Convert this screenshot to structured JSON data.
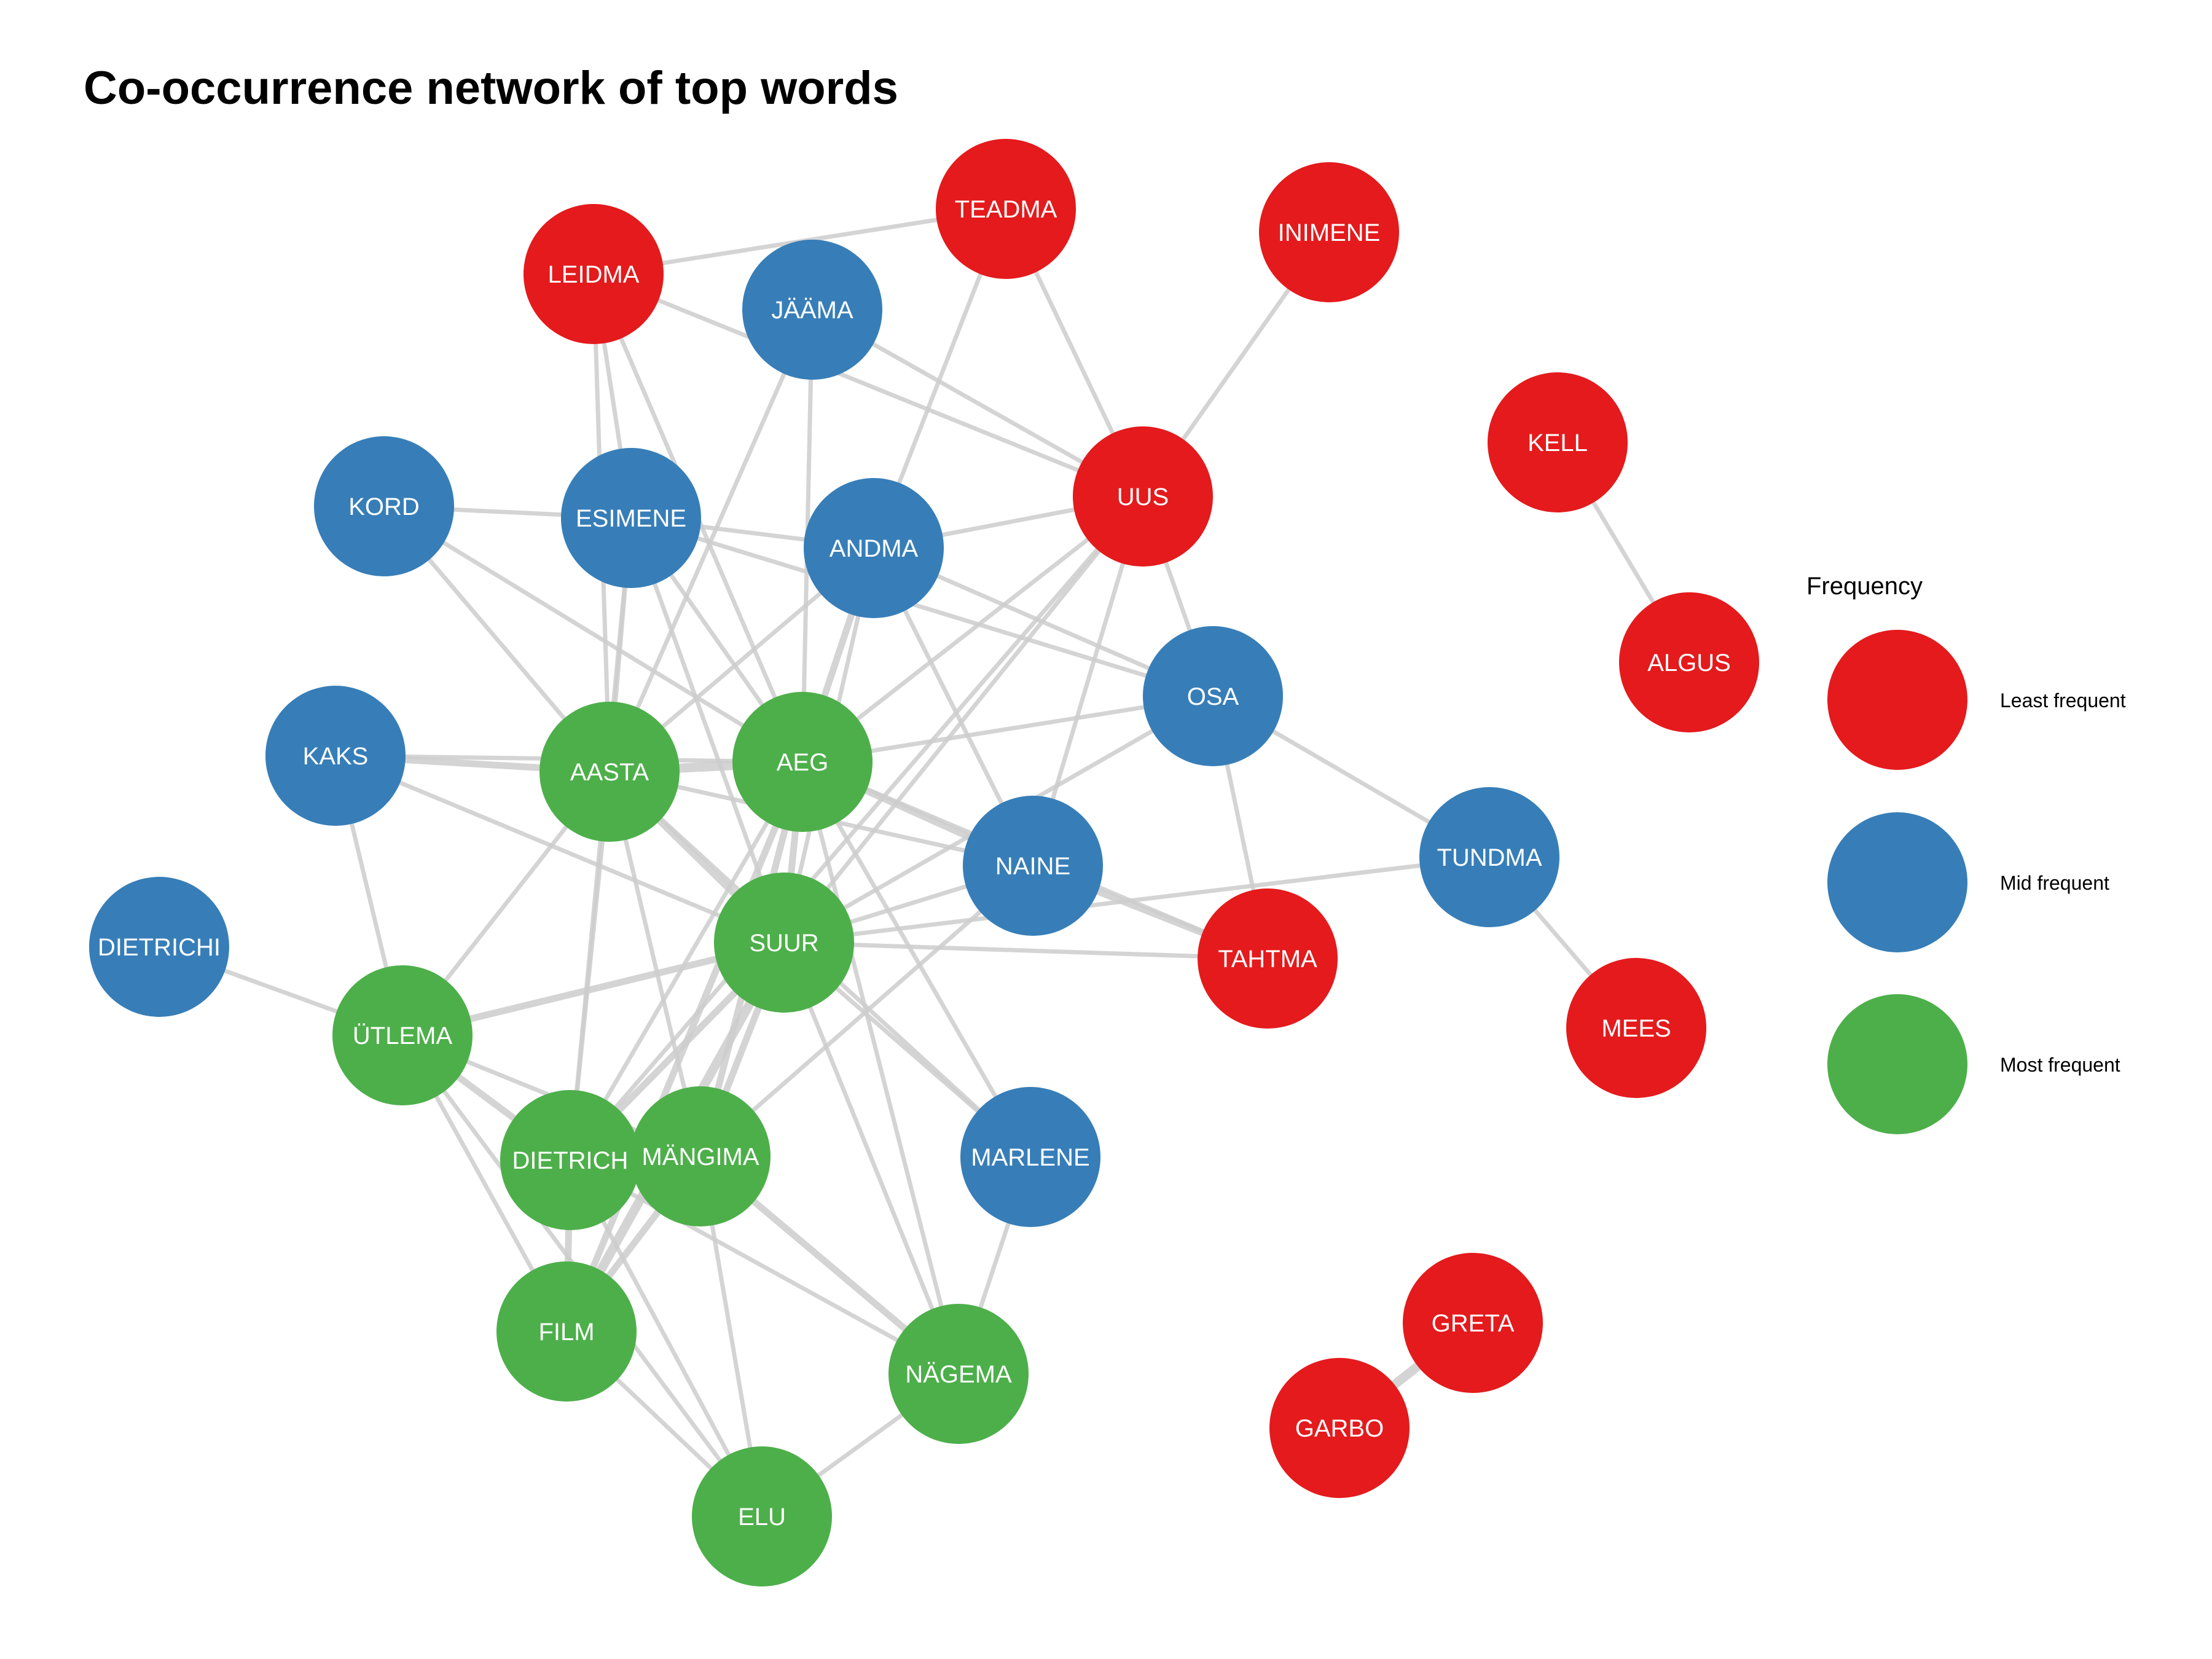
{
  "title": "Co-occurrence network of top words",
  "legend": {
    "title": "Frequency",
    "items": [
      {
        "label": "Least frequent",
        "color": "#e41a1c"
      },
      {
        "label": "Mid frequent",
        "color": "#377eb8"
      },
      {
        "label": "Most frequent",
        "color": "#4daf4a"
      }
    ]
  },
  "colors": {
    "least": "#e41a1c",
    "mid": "#377eb8",
    "most": "#4daf4a",
    "edge": "#cccccc"
  },
  "nodes": [
    {
      "id": "TEADMA",
      "label": "TEADMA",
      "freq": "least"
    },
    {
      "id": "INIMENE",
      "label": "INIMENE",
      "freq": "least"
    },
    {
      "id": "LEIDMA",
      "label": "LEIDMA",
      "freq": "least"
    },
    {
      "id": "JAAMA",
      "label": "JÄÄMA",
      "freq": "mid"
    },
    {
      "id": "KORD",
      "label": "KORD",
      "freq": "mid"
    },
    {
      "id": "ESIMENE",
      "label": "ESIMENE",
      "freq": "mid"
    },
    {
      "id": "ANDMA",
      "label": "ANDMA",
      "freq": "mid"
    },
    {
      "id": "UUS",
      "label": "UUS",
      "freq": "least"
    },
    {
      "id": "KELL",
      "label": "KELL",
      "freq": "least"
    },
    {
      "id": "ALGUS",
      "label": "ALGUS",
      "freq": "least"
    },
    {
      "id": "OSA",
      "label": "OSA",
      "freq": "mid"
    },
    {
      "id": "KAKS",
      "label": "KAKS",
      "freq": "mid"
    },
    {
      "id": "AASTA",
      "label": "AASTA",
      "freq": "most"
    },
    {
      "id": "AEG",
      "label": "AEG",
      "freq": "most"
    },
    {
      "id": "NAINE",
      "label": "NAINE",
      "freq": "mid"
    },
    {
      "id": "TUNDMA",
      "label": "TUNDMA",
      "freq": "mid"
    },
    {
      "id": "DIETRICHI",
      "label": "DIETRICHI",
      "freq": "mid"
    },
    {
      "id": "SUUR",
      "label": "SUUR",
      "freq": "most"
    },
    {
      "id": "TAHTMA",
      "label": "TAHTMA",
      "freq": "least"
    },
    {
      "id": "MEES",
      "label": "MEES",
      "freq": "least"
    },
    {
      "id": "UTLEMA",
      "label": "ÜTLEMA",
      "freq": "most"
    },
    {
      "id": "DIETRICH",
      "label": "DIETRICH",
      "freq": "most"
    },
    {
      "id": "MANGIMA",
      "label": "MÄNGIMA",
      "freq": "most"
    },
    {
      "id": "MARLENE",
      "label": "MARLENE",
      "freq": "mid"
    },
    {
      "id": "GRETA",
      "label": "GRETA",
      "freq": "least"
    },
    {
      "id": "GARBO",
      "label": "GARBO",
      "freq": "least"
    },
    {
      "id": "FILM",
      "label": "FILM",
      "freq": "most"
    },
    {
      "id": "NAGEMA",
      "label": "NÄGEMA",
      "freq": "most"
    },
    {
      "id": "ELU",
      "label": "ELU",
      "freq": "most"
    }
  ],
  "edges": [
    [
      "LEIDMA",
      "TEADMA",
      1
    ],
    [
      "LEIDMA",
      "ESIMENE",
      1
    ],
    [
      "LEIDMA",
      "AASTA",
      1
    ],
    [
      "LEIDMA",
      "UUS",
      1
    ],
    [
      "LEIDMA",
      "AEG",
      1
    ],
    [
      "TEADMA",
      "UUS",
      1
    ],
    [
      "TEADMA",
      "ANDMA",
      1
    ],
    [
      "INIMENE",
      "UUS",
      1
    ],
    [
      "JAAMA",
      "UUS",
      1
    ],
    [
      "JAAMA",
      "AEG",
      1
    ],
    [
      "JAAMA",
      "AASTA",
      1
    ],
    [
      "KORD",
      "ESIMENE",
      1
    ],
    [
      "KORD",
      "AEG",
      1
    ],
    [
      "KORD",
      "AASTA",
      1
    ],
    [
      "ESIMENE",
      "ANDMA",
      1
    ],
    [
      "ESIMENE",
      "OSA",
      1
    ],
    [
      "ESIMENE",
      "AASTA",
      1
    ],
    [
      "ESIMENE",
      "AEG",
      1
    ],
    [
      "ESIMENE",
      "SUUR",
      1
    ],
    [
      "ESIMENE",
      "DIETRICH",
      1
    ],
    [
      "ANDMA",
      "UUS",
      1
    ],
    [
      "ANDMA",
      "OSA",
      1
    ],
    [
      "ANDMA",
      "AEG",
      2
    ],
    [
      "ANDMA",
      "AASTA",
      1
    ],
    [
      "ANDMA",
      "NAINE",
      1
    ],
    [
      "ANDMA",
      "SUUR",
      1
    ],
    [
      "UUS",
      "OSA",
      1
    ],
    [
      "UUS",
      "AEG",
      1
    ],
    [
      "UUS",
      "SUUR",
      1
    ],
    [
      "UUS",
      "NAINE",
      1
    ],
    [
      "UUS",
      "DIETRICH",
      1
    ],
    [
      "KELL",
      "ALGUS",
      1
    ],
    [
      "OSA",
      "AEG",
      1
    ],
    [
      "OSA",
      "TUNDMA",
      1
    ],
    [
      "OSA",
      "TAHTMA",
      1
    ],
    [
      "OSA",
      "SUUR",
      1
    ],
    [
      "KAKS",
      "AASTA",
      2
    ],
    [
      "KAKS",
      "AEG",
      1
    ],
    [
      "KAKS",
      "UTLEMA",
      1
    ],
    [
      "KAKS",
      "SUUR",
      1
    ],
    [
      "AASTA",
      "AEG",
      3
    ],
    [
      "AASTA",
      "SUUR",
      2
    ],
    [
      "AASTA",
      "NAINE",
      1
    ],
    [
      "AASTA",
      "UTLEMA",
      1
    ],
    [
      "AASTA",
      "DIETRICH",
      1
    ],
    [
      "AASTA",
      "MANGIMA",
      1
    ],
    [
      "AASTA",
      "MARLENE",
      1
    ],
    [
      "AEG",
      "SUUR",
      2
    ],
    [
      "AEG",
      "NAINE",
      2
    ],
    [
      "AEG",
      "TAHTMA",
      1
    ],
    [
      "AEG",
      "DIETRICH",
      1
    ],
    [
      "AEG",
      "MANGIMA",
      2
    ],
    [
      "AEG",
      "FILM",
      2
    ],
    [
      "AEG",
      "NAGEMA",
      1
    ],
    [
      "AEG",
      "MARLENE",
      1
    ],
    [
      "NAINE",
      "TAHTMA",
      2
    ],
    [
      "NAINE",
      "SUUR",
      1
    ],
    [
      "NAINE",
      "MANGIMA",
      1
    ],
    [
      "TUNDMA",
      "SUUR",
      1
    ],
    [
      "TUNDMA",
      "MEES",
      1
    ],
    [
      "DIETRICHI",
      "UTLEMA",
      1
    ],
    [
      "SUUR",
      "TAHTMA",
      1
    ],
    [
      "SUUR",
      "UTLEMA",
      2
    ],
    [
      "SUUR",
      "DIETRICH",
      2
    ],
    [
      "SUUR",
      "MANGIMA",
      2
    ],
    [
      "SUUR",
      "FILM",
      3
    ],
    [
      "SUUR",
      "MARLENE",
      1
    ],
    [
      "SUUR",
      "NAGEMA",
      1
    ],
    [
      "UTLEMA",
      "DIETRICH",
      2
    ],
    [
      "UTLEMA",
      "MANGIMA",
      1
    ],
    [
      "UTLEMA",
      "FILM",
      1
    ],
    [
      "UTLEMA",
      "ELU",
      1
    ],
    [
      "DIETRICH",
      "MANGIMA",
      2
    ],
    [
      "DIETRICH",
      "FILM",
      2
    ],
    [
      "DIETRICH",
      "NAGEMA",
      1
    ],
    [
      "DIETRICH",
      "ELU",
      1
    ],
    [
      "MANGIMA",
      "FILM",
      2
    ],
    [
      "MANGIMA",
      "NAGEMA",
      2
    ],
    [
      "MANGIMA",
      "ELU",
      1
    ],
    [
      "MARLENE",
      "NAGEMA",
      1
    ],
    [
      "FILM",
      "ELU",
      1
    ],
    [
      "NAGEMA",
      "ELU",
      1
    ],
    [
      "GRETA",
      "GARBO",
      3
    ]
  ]
}
